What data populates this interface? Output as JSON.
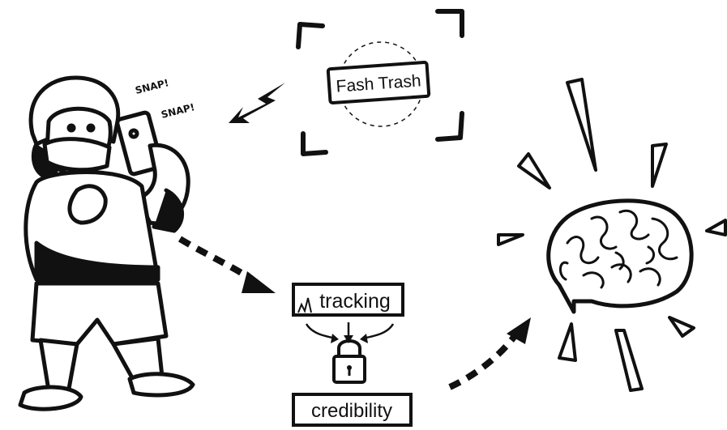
{
  "labels": {
    "snap1": "SNAP!",
    "snap2": "SNAP!",
    "fash_trash": "Fash Trash",
    "tracking": "tracking",
    "credibility": "credibility"
  },
  "colors": {
    "ink": "#111111",
    "paper": "#ffffff"
  },
  "icons": [
    "person-photographing-icon",
    "camera-viewfinder-icon",
    "lightning-bolt-icon",
    "padlock-icon",
    "brain-icon",
    "radiating-rays-icon",
    "dashed-arrow-icon"
  ]
}
